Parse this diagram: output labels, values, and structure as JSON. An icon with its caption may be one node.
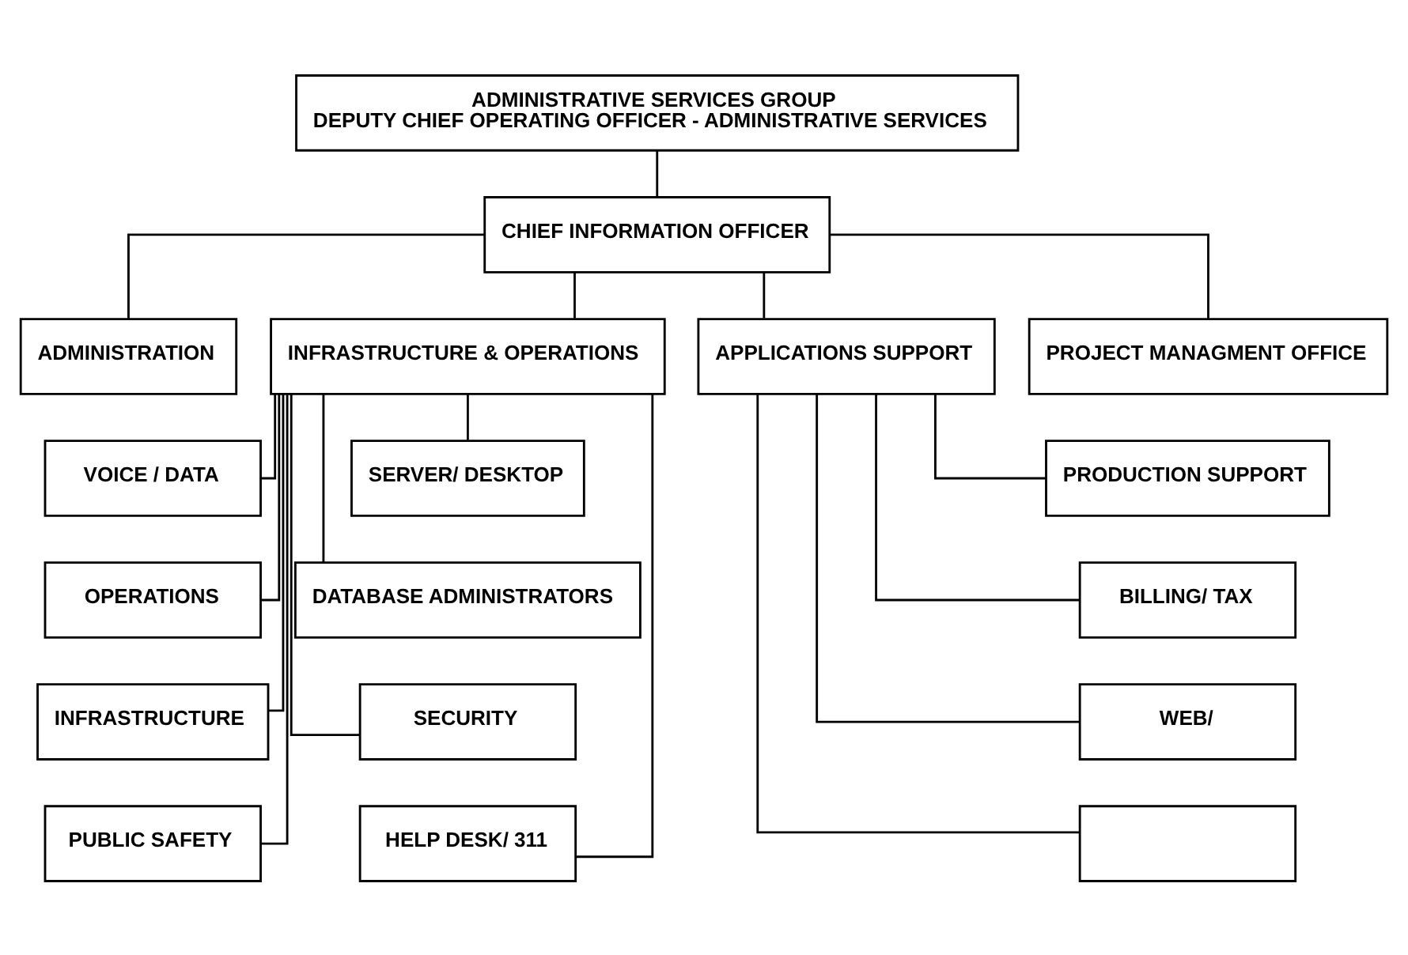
{
  "diagram": {
    "nodes": [
      {
        "text": [
          "ADMINISTRATIVE SERVICES GROUP",
          "DEPUTY CHIEF OPERATING OFFICER - ADMINISTRATIVE SERVICES"
        ]
      },
      {
        "text": [
          "CHIEF INFORMATION OFFICER"
        ]
      },
      {
        "text": [
          "ADMINISTRATION"
        ]
      },
      {
        "text": [
          "INFRASTRUCTURE & OPERATIONS"
        ]
      },
      {
        "text": [
          "APPLICATIONS SUPPORT"
        ]
      },
      {
        "text": [
          "PROJECT MANAGMENT OFFICE"
        ]
      },
      {
        "text": [
          "VOICE / DATA"
        ]
      },
      {
        "text": [
          "SERVER/ DESKTOP"
        ]
      },
      {
        "text": [
          "OPERATIONS"
        ]
      },
      {
        "text": [
          "DATABASE ADMINISTRATORS"
        ]
      },
      {
        "text": [
          "INFRASTRUCTURE"
        ]
      },
      {
        "text": [
          "SECURITY"
        ]
      },
      {
        "text": [
          "PUBLIC SAFETY"
        ]
      },
      {
        "text": [
          "HELP DESK/ 311"
        ]
      },
      {
        "text": [
          "PRODUCTION SUPPORT"
        ]
      },
      {
        "text": [
          "BILLING/ TAX"
        ]
      },
      {
        "text": [
          "WEB/"
        ]
      },
      {
        "text": [],
        "shape": "box"
      }
    ],
    "edges": [
      {
        "from": 0,
        "to": 1,
        "arrow": "none"
      },
      {
        "from": 1,
        "to": 2,
        "arrow": "none"
      },
      {
        "from": 1,
        "to": 3,
        "arrow": "none"
      },
      {
        "from": 1,
        "to": 4,
        "arrow": "none"
      },
      {
        "from": 1,
        "to": 5,
        "arrow": "none"
      },
      {
        "from": 3,
        "to": 6,
        "arrow": "none"
      },
      {
        "from": 3,
        "to": 7,
        "arrow": "none"
      },
      {
        "from": 3,
        "to": 8,
        "arrow": "none"
      },
      {
        "from": 3,
        "to": 9,
        "arrow": "none"
      },
      {
        "from": 3,
        "to": 10,
        "arrow": "none"
      },
      {
        "from": 3,
        "to": 11,
        "arrow": "none"
      },
      {
        "from": 3,
        "to": 12,
        "arrow": "none"
      },
      {
        "from": 3,
        "to": 13,
        "arrow": "none"
      },
      {
        "from": 4,
        "to": 14,
        "arrow": "none"
      },
      {
        "from": 4,
        "to": 15,
        "arrow": "none"
      },
      {
        "from": 4,
        "to": 16,
        "arrow": "none"
      },
      {
        "from": 4,
        "to": 17,
        "arrow": "none"
      }
    ]
  }
}
